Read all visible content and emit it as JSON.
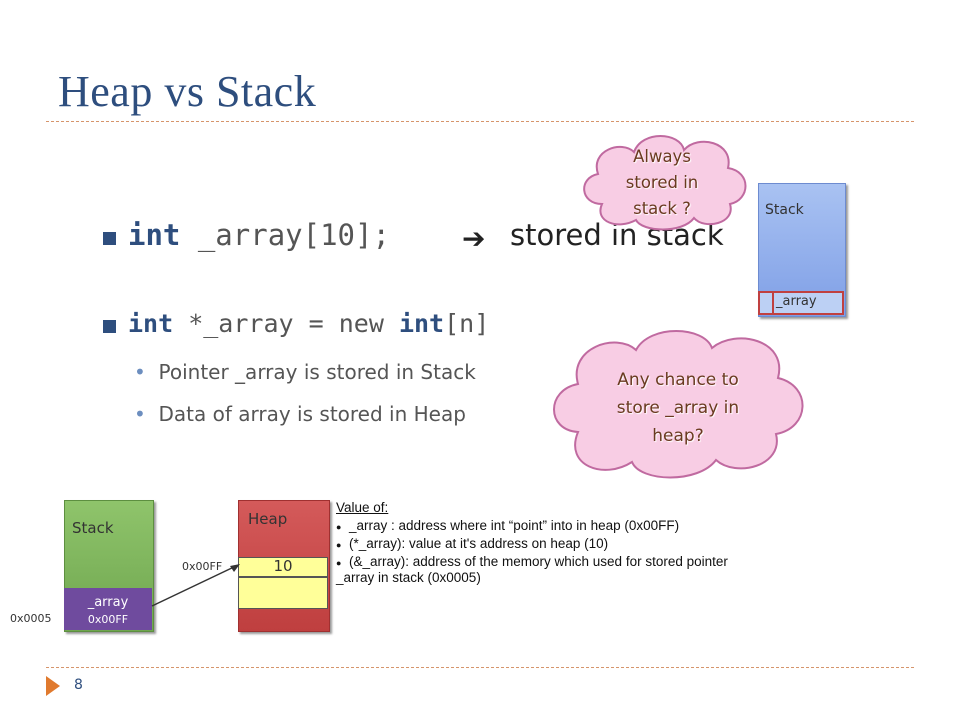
{
  "title": "Heap vs Stack",
  "line1": {
    "kw": "int",
    "code": " _array[10];",
    "text": "stored in stack"
  },
  "line2": {
    "kw1": "int",
    "code1": " *_array = new ",
    "kw2": "int",
    "code2": "[n]"
  },
  "bullets": [
    "Pointer _array is stored in Stack",
    "Data of array is stored in Heap"
  ],
  "cloud_top": {
    "l1": "Always",
    "l2": "stored in",
    "l3": "stack ?"
  },
  "cloud_mid": {
    "l1": "Any chance to",
    "l2": "store _array in",
    "l3": "heap?"
  },
  "stack_top": {
    "label": "Stack",
    "cell": "_array"
  },
  "stack_bottom": {
    "label": "Stack",
    "cell_name": "_array",
    "cell_value": "0x00FF",
    "address": "0x0005"
  },
  "heap": {
    "label": "Heap",
    "address": "0x00FF",
    "value": "10"
  },
  "notes": {
    "heading": "Value of:",
    "items": [
      "_array : address where int “point” into in heap (0x00FF)",
      "(*_array): value at it's address on heap (10)",
      "(&_array): address of the memory which used for stored pointer"
    ],
    "tail": "_array in stack (0x0005)"
  },
  "page_number": "8",
  "colors": {
    "title": "#2e4e7e",
    "stack_blue": "#7f9fe6",
    "stack_green": "#6fa64f",
    "array_purple": "#6f4b9e",
    "heap_red": "#bf3f3f",
    "cell_yellow": "#ffff99"
  }
}
